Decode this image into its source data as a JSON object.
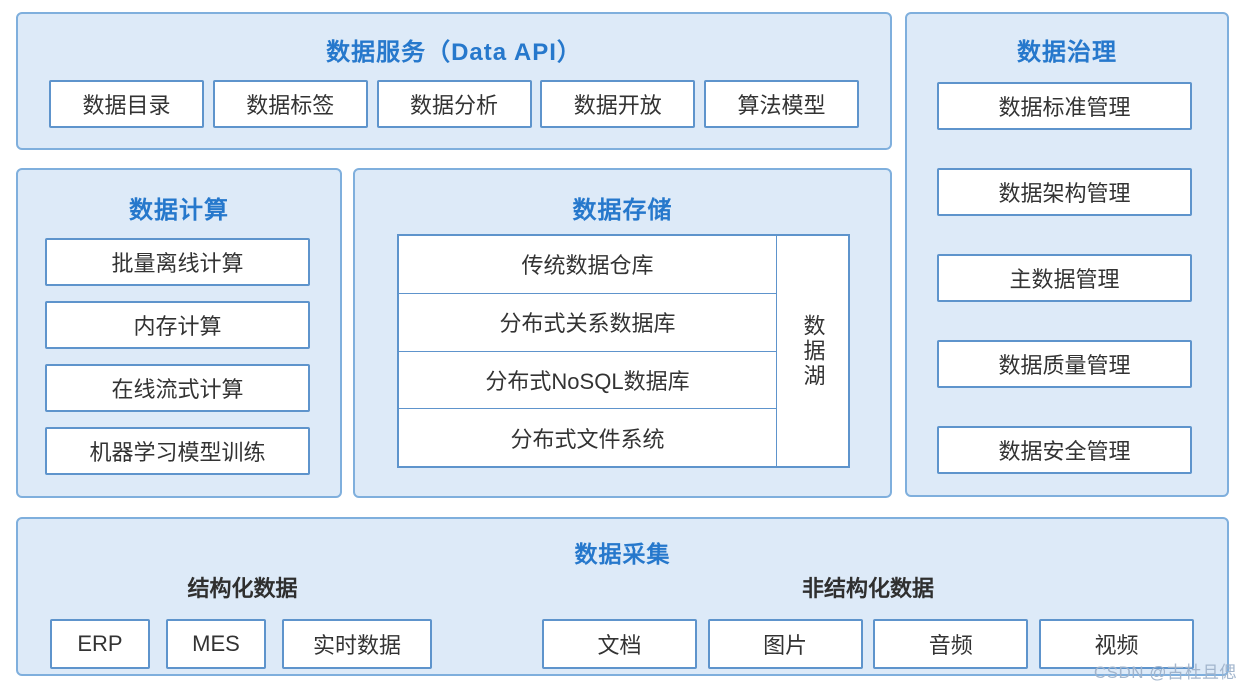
{
  "watermark": "CSDN @古杜且偲",
  "colors": {
    "panel_bg": "#ddeaf8",
    "panel_border": "#7fafdd",
    "box_border": "#5e94cc",
    "title_blue": "#2678cc",
    "text_dark": "#333333",
    "watermark_gray": "#9eb2ca"
  },
  "panels": {
    "service": {
      "title": "数据服务（Data API）",
      "items": [
        "数据目录",
        "数据标签",
        "数据分析",
        "数据开放",
        "算法模型"
      ]
    },
    "compute": {
      "title": "数据计算",
      "items": [
        "批量离线计算",
        "内存计算",
        "在线流式计算",
        "机器学习模型训练"
      ]
    },
    "storage": {
      "title": "数据存储",
      "rows": [
        "传统数据仓库",
        "分布式关系数据库",
        "分布式NoSQL数据库",
        "分布式文件系统"
      ],
      "side_label": "数据湖"
    },
    "governance": {
      "title": "数据治理",
      "items": [
        "数据标准管理",
        "数据架构管理",
        "主数据管理",
        "数据质量管理",
        "数据安全管理"
      ]
    },
    "collection": {
      "title": "数据采集",
      "groups": [
        {
          "label": "结构化数据",
          "items": [
            "ERP",
            "MES",
            "实时数据"
          ]
        },
        {
          "label": "非结构化数据",
          "items": [
            "文档",
            "图片",
            "音频",
            "视频"
          ]
        }
      ]
    }
  }
}
